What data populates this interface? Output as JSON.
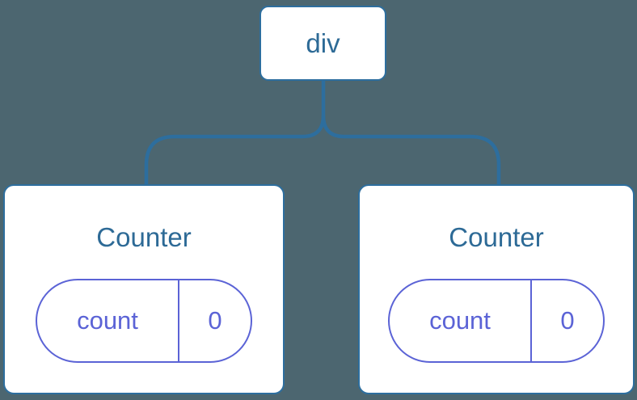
{
  "colors": {
    "background": "#4C6670",
    "connector": "#2D6E9E",
    "node-border": "#2D6E9E",
    "node-text": "#2D6A96",
    "state-accent": "#5B63D6",
    "card-bg": "#FFFFFF"
  },
  "tree": {
    "root": {
      "label": "div"
    },
    "children": [
      {
        "title": "Counter",
        "state": {
          "key": "count",
          "value": "0"
        }
      },
      {
        "title": "Counter",
        "state": {
          "key": "count",
          "value": "0"
        }
      }
    ]
  }
}
